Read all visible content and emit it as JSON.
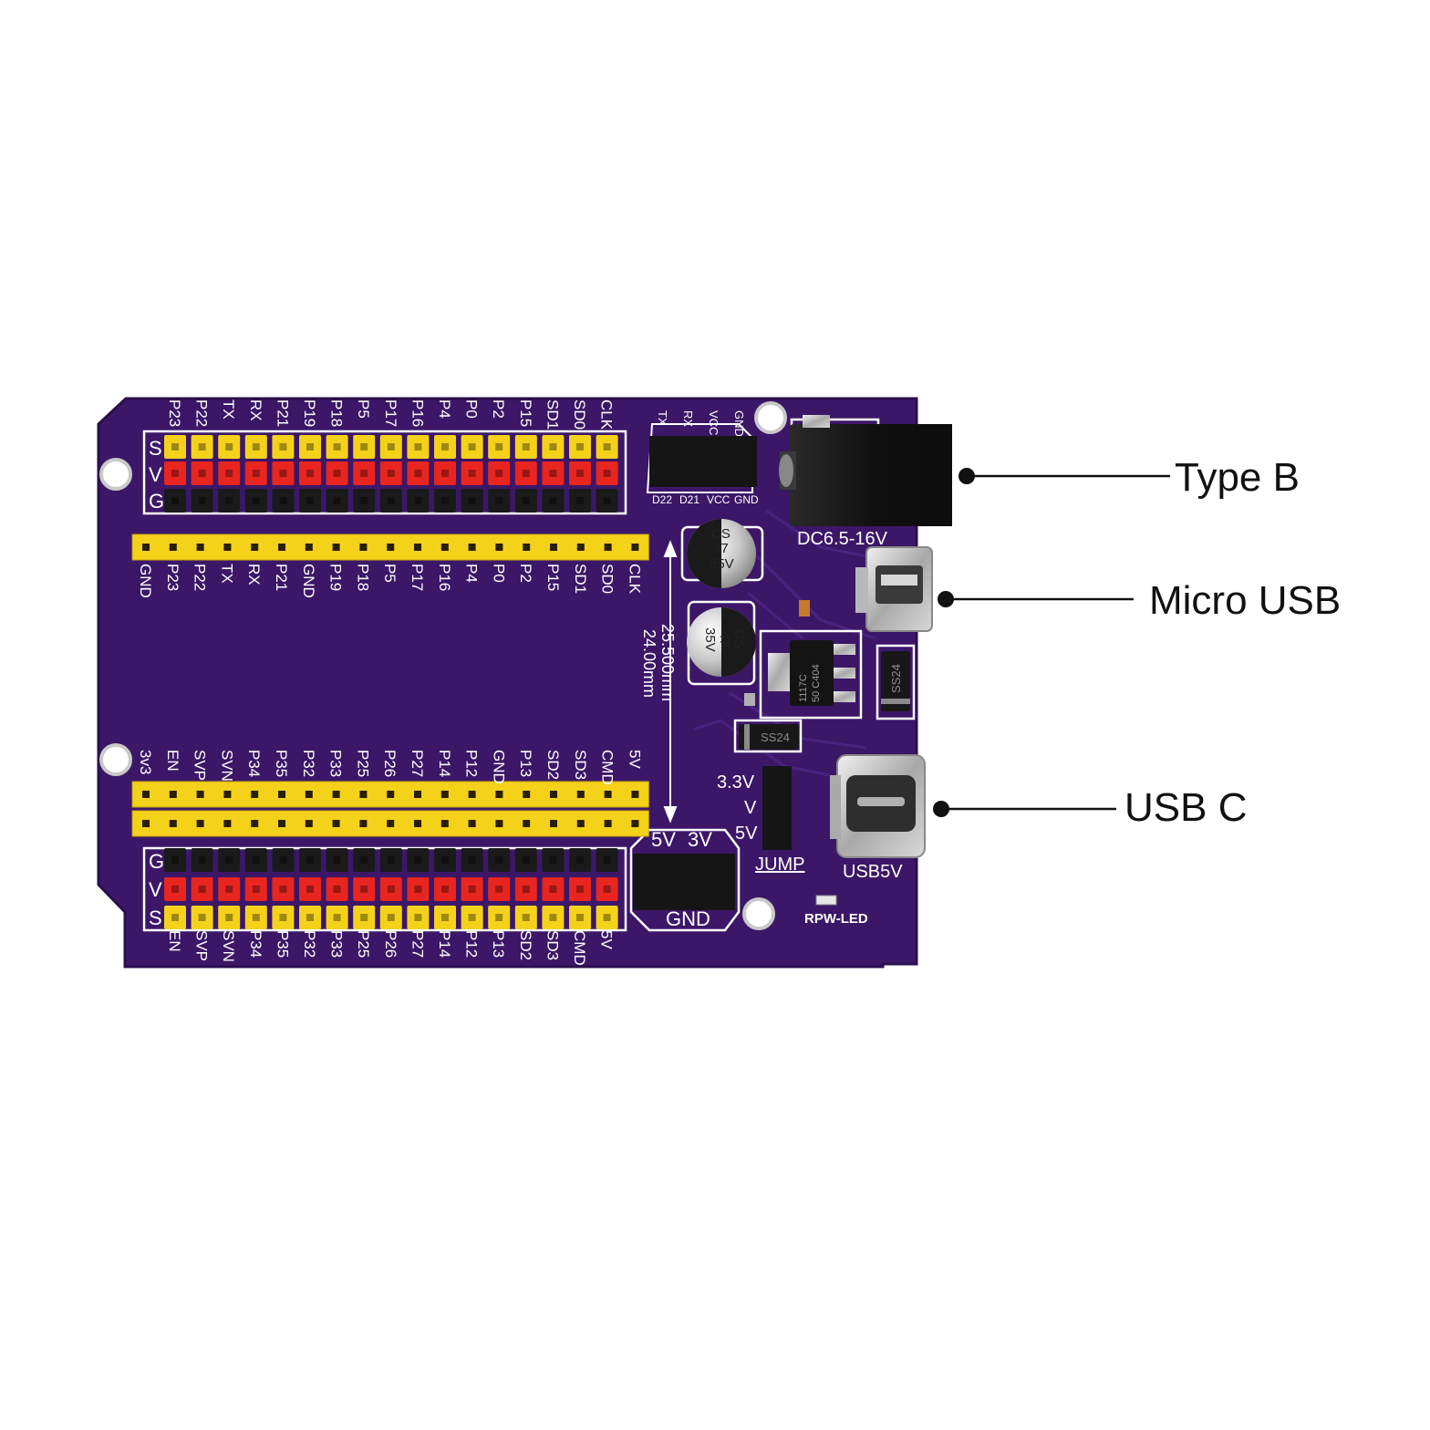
{
  "colors": {
    "pcb": "#3c1768",
    "pin_yellow": "#f5d21a",
    "pin_red": "#e8251f",
    "pin_black": "#1a1a1a",
    "silk": "#ffffff",
    "callout": "#111111"
  },
  "callouts": [
    {
      "id": "type-b",
      "label": "Type B"
    },
    {
      "id": "micro-usb",
      "label": "Micro USB"
    },
    {
      "id": "usb-c",
      "label": "USB C"
    }
  ],
  "top_header_labels": [
    "P23",
    "P22",
    "TX",
    "RX",
    "P21",
    "P19",
    "P18",
    "P5",
    "P17",
    "P16",
    "P4",
    "P0",
    "P2",
    "P15",
    "SD1",
    "SD0",
    "CLK"
  ],
  "top_socket_labels": [
    "GND",
    "P23",
    "P22",
    "TX",
    "RX",
    "P21",
    "GND",
    "P19",
    "P18",
    "P5",
    "P17",
    "P16",
    "P4",
    "P0",
    "P2",
    "P15",
    "SD1",
    "SD0",
    "CLK"
  ],
  "bottom_socket_labels": [
    "3v3",
    "EN",
    "SVP",
    "SVN",
    "P34",
    "P35",
    "P32",
    "P33",
    "P25",
    "P26",
    "P27",
    "P14",
    "P12",
    "GND",
    "P13",
    "SD2",
    "SD3",
    "CMD",
    "5V"
  ],
  "bottom_header_labels": [
    "EN",
    "SVP",
    "SVN",
    "P34",
    "P35",
    "P32",
    "P33",
    "P25",
    "P26",
    "P27",
    "P14",
    "P12",
    "P13",
    "SD2",
    "SD3",
    "CMD",
    "5V"
  ],
  "row_letters_top": [
    "S",
    "V",
    "G"
  ],
  "row_letters_bottom": [
    "G",
    "V",
    "S"
  ],
  "uart_top_labels": [
    "TX",
    "RX",
    "VCC",
    "GND"
  ],
  "uart_bottom_labels": [
    "D22",
    "D21",
    "VCC",
    "GND"
  ],
  "power": {
    "dc_label": "DC6.5-16V",
    "usb5v_label": "USB5V",
    "jump_label": "JUMP",
    "jump_opts": [
      "3.3V",
      "V",
      "5V"
    ],
    "sel_5v": "5V",
    "sel_3v": "3V",
    "gnd_label": "GND",
    "led_label": "RPW-LED",
    "diode_label": "SS24",
    "regulator_lines": [
      "1117C",
      "50 C404"
    ],
    "capacitor_lines": [
      "CS",
      "47",
      "35V"
    ],
    "dim_1": "25.500mm",
    "dim_2": "24.00mm"
  }
}
